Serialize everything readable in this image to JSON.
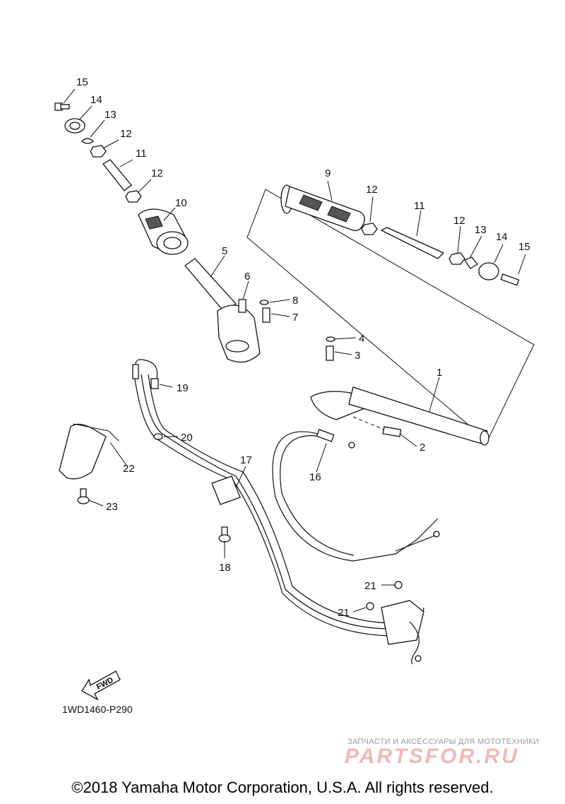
{
  "callouts": [
    {
      "id": "c15a",
      "text": "15"
    },
    {
      "id": "c14a",
      "text": "14"
    },
    {
      "id": "c13a",
      "text": "13"
    },
    {
      "id": "c12a",
      "text": "12"
    },
    {
      "id": "c11a",
      "text": "11"
    },
    {
      "id": "c12b",
      "text": "12"
    },
    {
      "id": "c10",
      "text": "10"
    },
    {
      "id": "c9",
      "text": "9"
    },
    {
      "id": "c12c",
      "text": "12"
    },
    {
      "id": "c11b",
      "text": "11"
    },
    {
      "id": "c12d",
      "text": "12"
    },
    {
      "id": "c13b",
      "text": "13"
    },
    {
      "id": "c14b",
      "text": "14"
    },
    {
      "id": "c15b",
      "text": "15"
    },
    {
      "id": "c5",
      "text": "5"
    },
    {
      "id": "c6",
      "text": "6"
    },
    {
      "id": "c8",
      "text": "8"
    },
    {
      "id": "c7",
      "text": "7"
    },
    {
      "id": "c4",
      "text": "4"
    },
    {
      "id": "c3",
      "text": "3"
    },
    {
      "id": "c1",
      "text": "1"
    },
    {
      "id": "c2",
      "text": "2"
    },
    {
      "id": "c19",
      "text": "19"
    },
    {
      "id": "c20",
      "text": "20"
    },
    {
      "id": "c22",
      "text": "22"
    },
    {
      "id": "c23",
      "text": "23"
    },
    {
      "id": "c17",
      "text": "17"
    },
    {
      "id": "c16",
      "text": "16"
    },
    {
      "id": "c18",
      "text": "18"
    },
    {
      "id": "c21a",
      "text": "21"
    },
    {
      "id": "c21b",
      "text": "21"
    }
  ],
  "fwd_label": "FWD",
  "diagram_code": "1WD1460-P290",
  "watermark": {
    "tagline": "ЗАПЧАСТИ И АКСЕССУАРЫ ДЛЯ МОТОТЕХНИКИ",
    "logo": "PARTSFOR.RU"
  },
  "copyright": "©2018 Yamaha Motor Corporation, U.S.A. All rights reserved."
}
